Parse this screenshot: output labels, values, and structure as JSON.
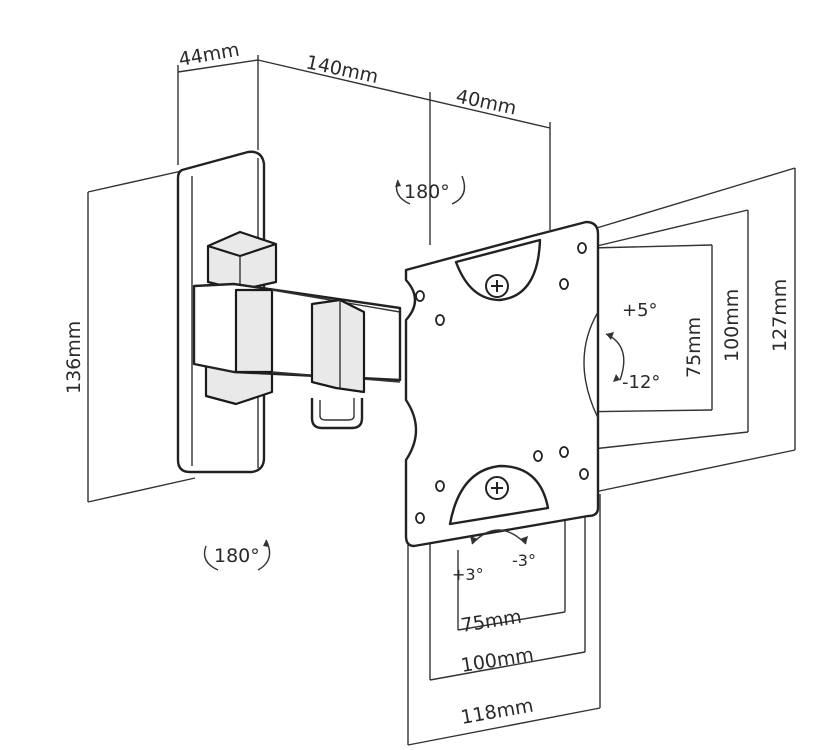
{
  "dimensions": {
    "wall_depth": "44mm",
    "arm_length": "140mm",
    "plate_offset": "40mm",
    "wall_plate_height": "136mm",
    "vesa_h_75": "75mm",
    "vesa_h_100": "100mm",
    "vesa_h_127": "127mm",
    "vesa_w_75": "75mm",
    "vesa_w_100": "100mm",
    "vesa_w_118": "118mm"
  },
  "rotation": {
    "top_swivel": "180°",
    "bottom_swivel": "180°",
    "tilt_up": "+5°",
    "tilt_down": "-12°",
    "level_plus": "+3°",
    "level_minus": "-3°"
  },
  "colors": {
    "line": "#222222",
    "shade": "#e9e9e9",
    "background": "#ffffff"
  }
}
